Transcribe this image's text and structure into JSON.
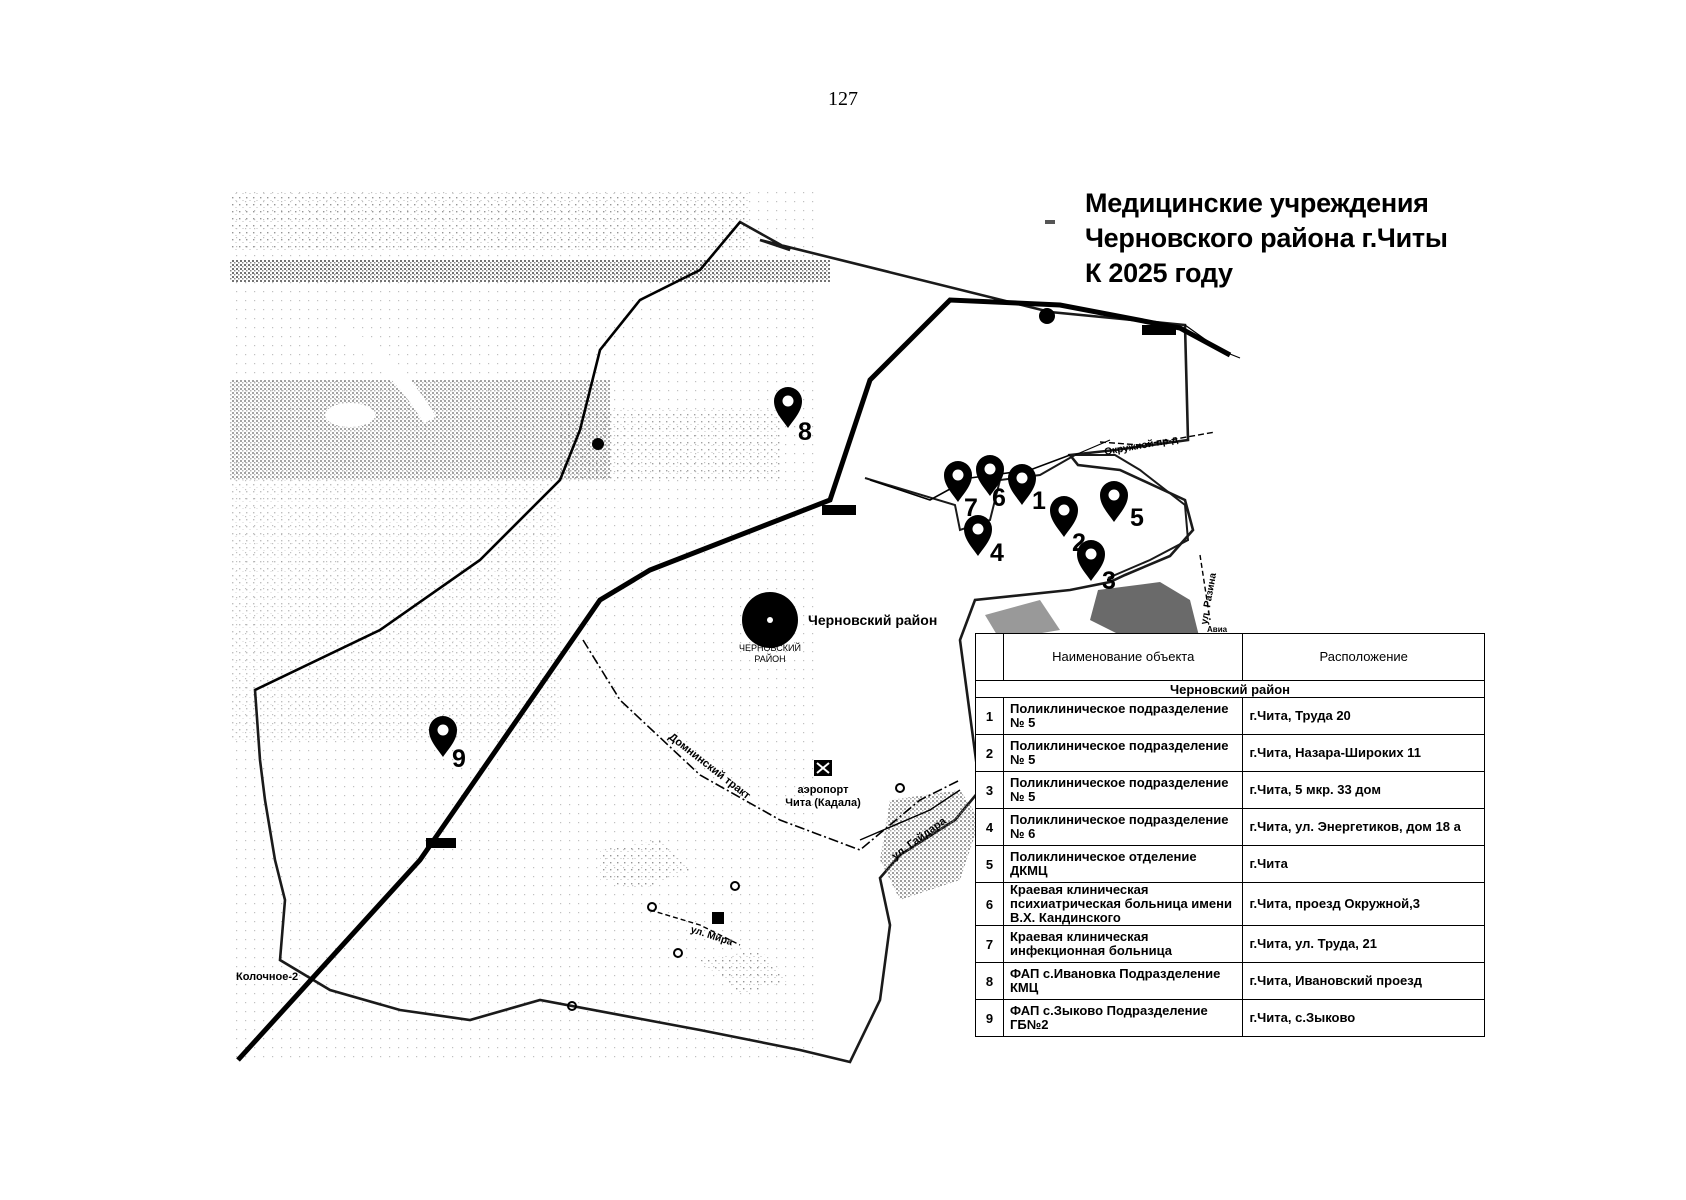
{
  "page": {
    "number": "127"
  },
  "map": {
    "title_lines": [
      "Медицинские учреждения",
      "Черновского района г.Читы",
      "К 2025 году"
    ],
    "district_label": "Черновский район",
    "district_sublabel": [
      "ЧЕРНОВСКИЙ",
      "РАЙОН"
    ],
    "airport_label": [
      "аэропорт",
      "Чита (Кадала)"
    ],
    "place_label": "Колочное-2",
    "street_labels": {
      "trakt": "Домнинский тракт",
      "gaydar": "ул. Гайдара",
      "mira": "ул. Мира",
      "razina": "ул. Разина",
      "okruzhnoy": "Окружной пр-д",
      "avia": "Авиа"
    },
    "markers": [
      {
        "num": "1"
      },
      {
        "num": "2"
      },
      {
        "num": "3"
      },
      {
        "num": "4"
      },
      {
        "num": "5"
      },
      {
        "num": "6"
      },
      {
        "num": "7"
      },
      {
        "num": "8"
      },
      {
        "num": "9"
      }
    ],
    "colors": {
      "ink": "#000000",
      "boundary": "#1a1a1a",
      "water": "#555555",
      "noise": "#9a9a9a"
    }
  },
  "legend": {
    "headers": {
      "num": "",
      "name": "Наименование объекта",
      "location": "Расположение"
    },
    "section": "Черновский район",
    "rows": [
      {
        "num": "1",
        "name": "Поликлиническое подразделение № 5",
        "location": "г.Чита, Труда 20"
      },
      {
        "num": "2",
        "name": "Поликлиническое подразделение № 5",
        "location": "г.Чита, Назара-Широких 11"
      },
      {
        "num": "3",
        "name": "Поликлиническое подразделение № 5",
        "location": "г.Чита, 5 мкр. 33 дом"
      },
      {
        "num": "4",
        "name": "Поликлиническое подразделение № 6",
        "location": "г.Чита, ул. Энергетиков, дом 18 а"
      },
      {
        "num": "5",
        "name": "Поликлиническое отделение ДКМЦ",
        "location": "г.Чита"
      },
      {
        "num": "6",
        "name": "Краевая клиническая психиатрическая больница имени В.Х. Кандинского",
        "location": "г.Чита, проезд Окружной,3"
      },
      {
        "num": "7",
        "name": "Краевая клиническая инфекционная больница",
        "location": "г.Чита, ул. Труда, 21"
      },
      {
        "num": "8",
        "name": "ФАП с.Ивановка Подразделение КМЦ",
        "location": "г.Чита, Ивановский проезд"
      },
      {
        "num": "9",
        "name": "ФАП с.Зыково Подразделение ГБ№2",
        "location": "г.Чита, с.Зыково"
      }
    ]
  }
}
